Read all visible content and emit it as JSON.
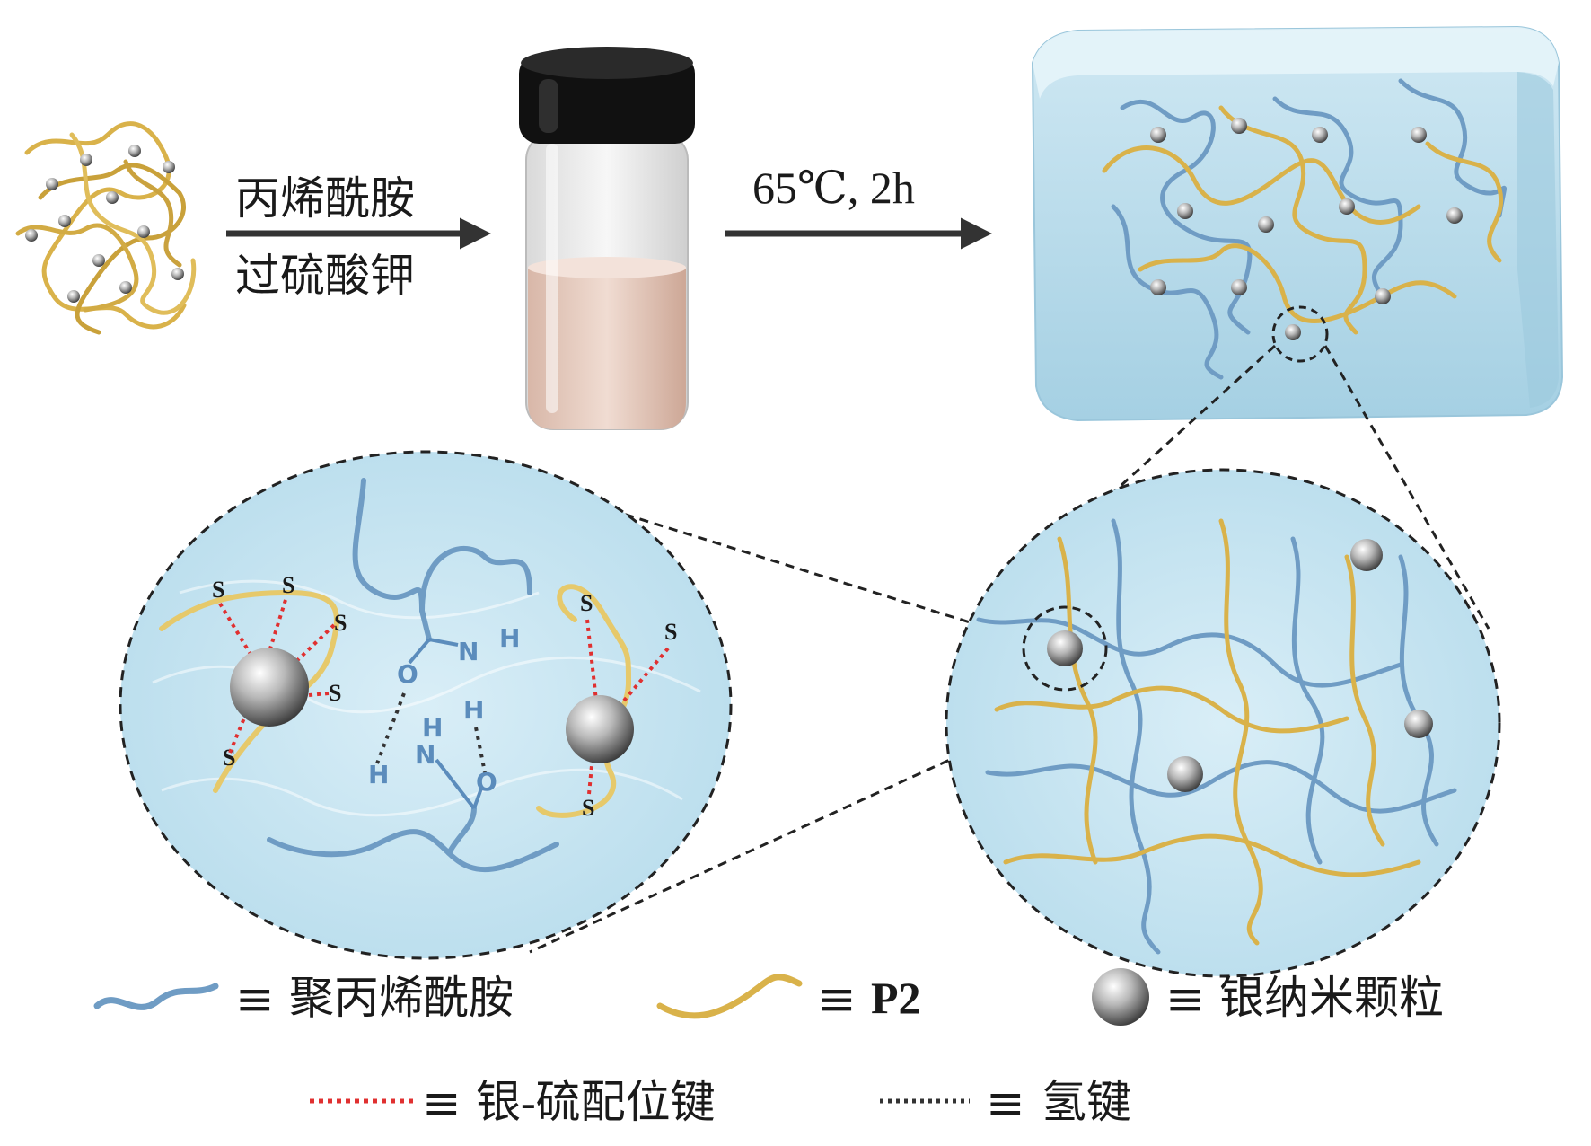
{
  "step1": {
    "reagent1": "丙烯酰胺",
    "reagent2": "过硫酸钾"
  },
  "step2": {
    "condition": "65℃, 2h"
  },
  "detail": {
    "sulfur": "S",
    "oxygen": "O",
    "nitrogen": "N",
    "hydrogen": "H"
  },
  "legend": {
    "equiv": "≡",
    "polyacrylamide": "聚丙烯酰胺",
    "p2": "P2",
    "silver_np": "银纳米颗粒",
    "ag_s_bond": "银-硫配位键",
    "h_bond": "氢键"
  },
  "colors": {
    "polyacrylamide": "#6f9cc4",
    "p2": "#d9b24a",
    "ag_s_bond": "#e03030",
    "h_bond": "#333333",
    "gel": "#a9d3e6"
  }
}
